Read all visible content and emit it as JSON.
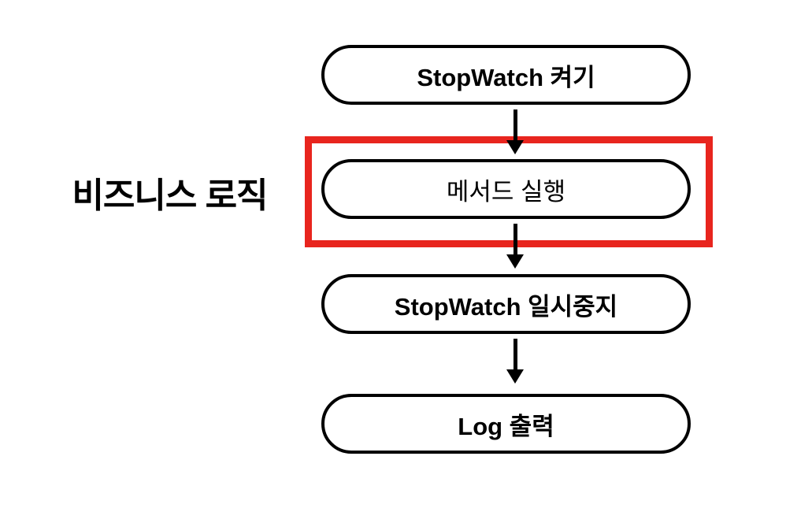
{
  "diagram": {
    "type": "flowchart",
    "direction": "top-down",
    "side_label": "비즈니스 로직",
    "nodes": [
      {
        "id": "stopwatch-start",
        "label": "StopWatch 켜기",
        "shape": "stadium",
        "emphasis": "bold",
        "highlighted": false
      },
      {
        "id": "method-execute",
        "label": "메서드 실행",
        "shape": "stadium",
        "emphasis": "regular",
        "highlighted": true
      },
      {
        "id": "stopwatch-pause",
        "label": "StopWatch 일시중지",
        "shape": "stadium",
        "emphasis": "bold",
        "highlighted": false
      },
      {
        "id": "log-output",
        "label": "Log 출력",
        "shape": "stadium",
        "emphasis": "bold",
        "highlighted": false
      }
    ],
    "edges": [
      {
        "from": "stopwatch-start",
        "to": "method-execute",
        "style": "arrow-down"
      },
      {
        "from": "method-execute",
        "to": "stopwatch-pause",
        "style": "arrow-down"
      },
      {
        "from": "stopwatch-pause",
        "to": "log-output",
        "style": "arrow-down"
      }
    ],
    "colors": {
      "background": "#ffffff",
      "node_stroke": "#000000",
      "node_fill": "#ffffff",
      "text": "#000000",
      "highlight_stroke": "#e8251e"
    }
  }
}
